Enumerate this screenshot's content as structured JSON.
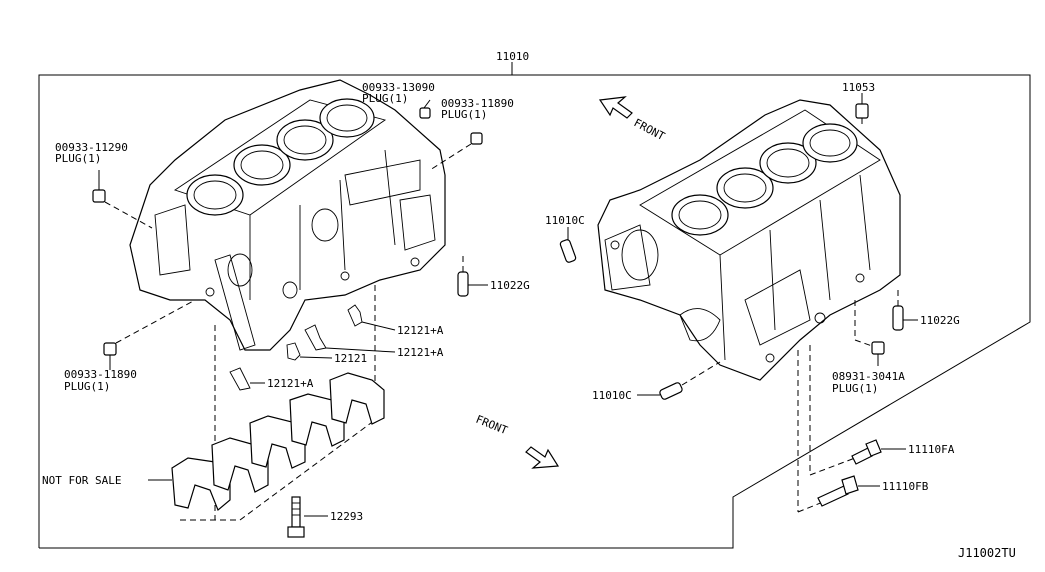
{
  "diagram": {
    "main_part": "11010",
    "diagram_code": "J11002TU",
    "labels": {
      "plug_13090_code": "00933-13090",
      "plug_13090_qty": "PLUG(1)",
      "plug_11890_top_code": "00933-11890",
      "plug_11890_top_qty": "PLUG(1)",
      "plug_11290_code": "00933-11290",
      "plug_11290_qty": "PLUG(1)",
      "plug_11890_bottom_code": "00933-11890",
      "plug_11890_bottom_qty": "PLUG(1)",
      "cap_11053": "11053",
      "front_top": "FRONT",
      "dowel_left": "11010C",
      "dowel_bottom": "11010C",
      "pin_left": "11022G",
      "pin_right": "11022G",
      "jet_a1": "12121+A",
      "jet_a2": "12121+A",
      "jet_plain": "12121",
      "jet_a3": "12121+A",
      "plug_3041a_code": "08931-3041A",
      "plug_3041a_qty": "PLUG(1)",
      "front_bottom": "FRONT",
      "bolt_fa": "11110FA",
      "bolt_fb": "11110FB",
      "not_for_sale": "NOT FOR SALE",
      "bolt_12293": "12293"
    }
  }
}
